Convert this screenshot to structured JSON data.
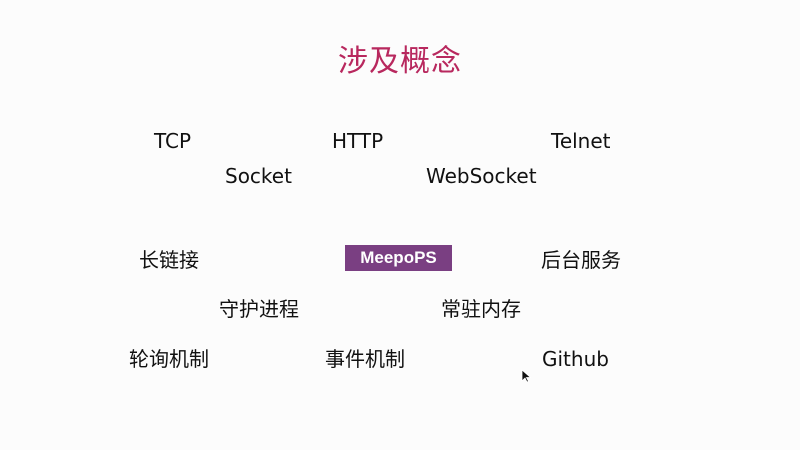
{
  "slide": {
    "title": "涉及概念",
    "highlight": "MeepoPS",
    "terms": {
      "tcp": "TCP",
      "http": "HTTP",
      "telnet": "Telnet",
      "socket": "Socket",
      "websocket": "WebSocket",
      "long_connection": "长链接",
      "background_service": "后台服务",
      "daemon_process": "守护进程",
      "resident_memory": "常驻内存",
      "polling": "轮询机制",
      "event_mechanism": "事件机制",
      "github": "Github"
    }
  },
  "colors": {
    "title": "#b8285e",
    "highlight_bg": "#7a3f82",
    "text": "#111111"
  },
  "icons": {
    "cursor": "mouse-pointer-icon"
  }
}
